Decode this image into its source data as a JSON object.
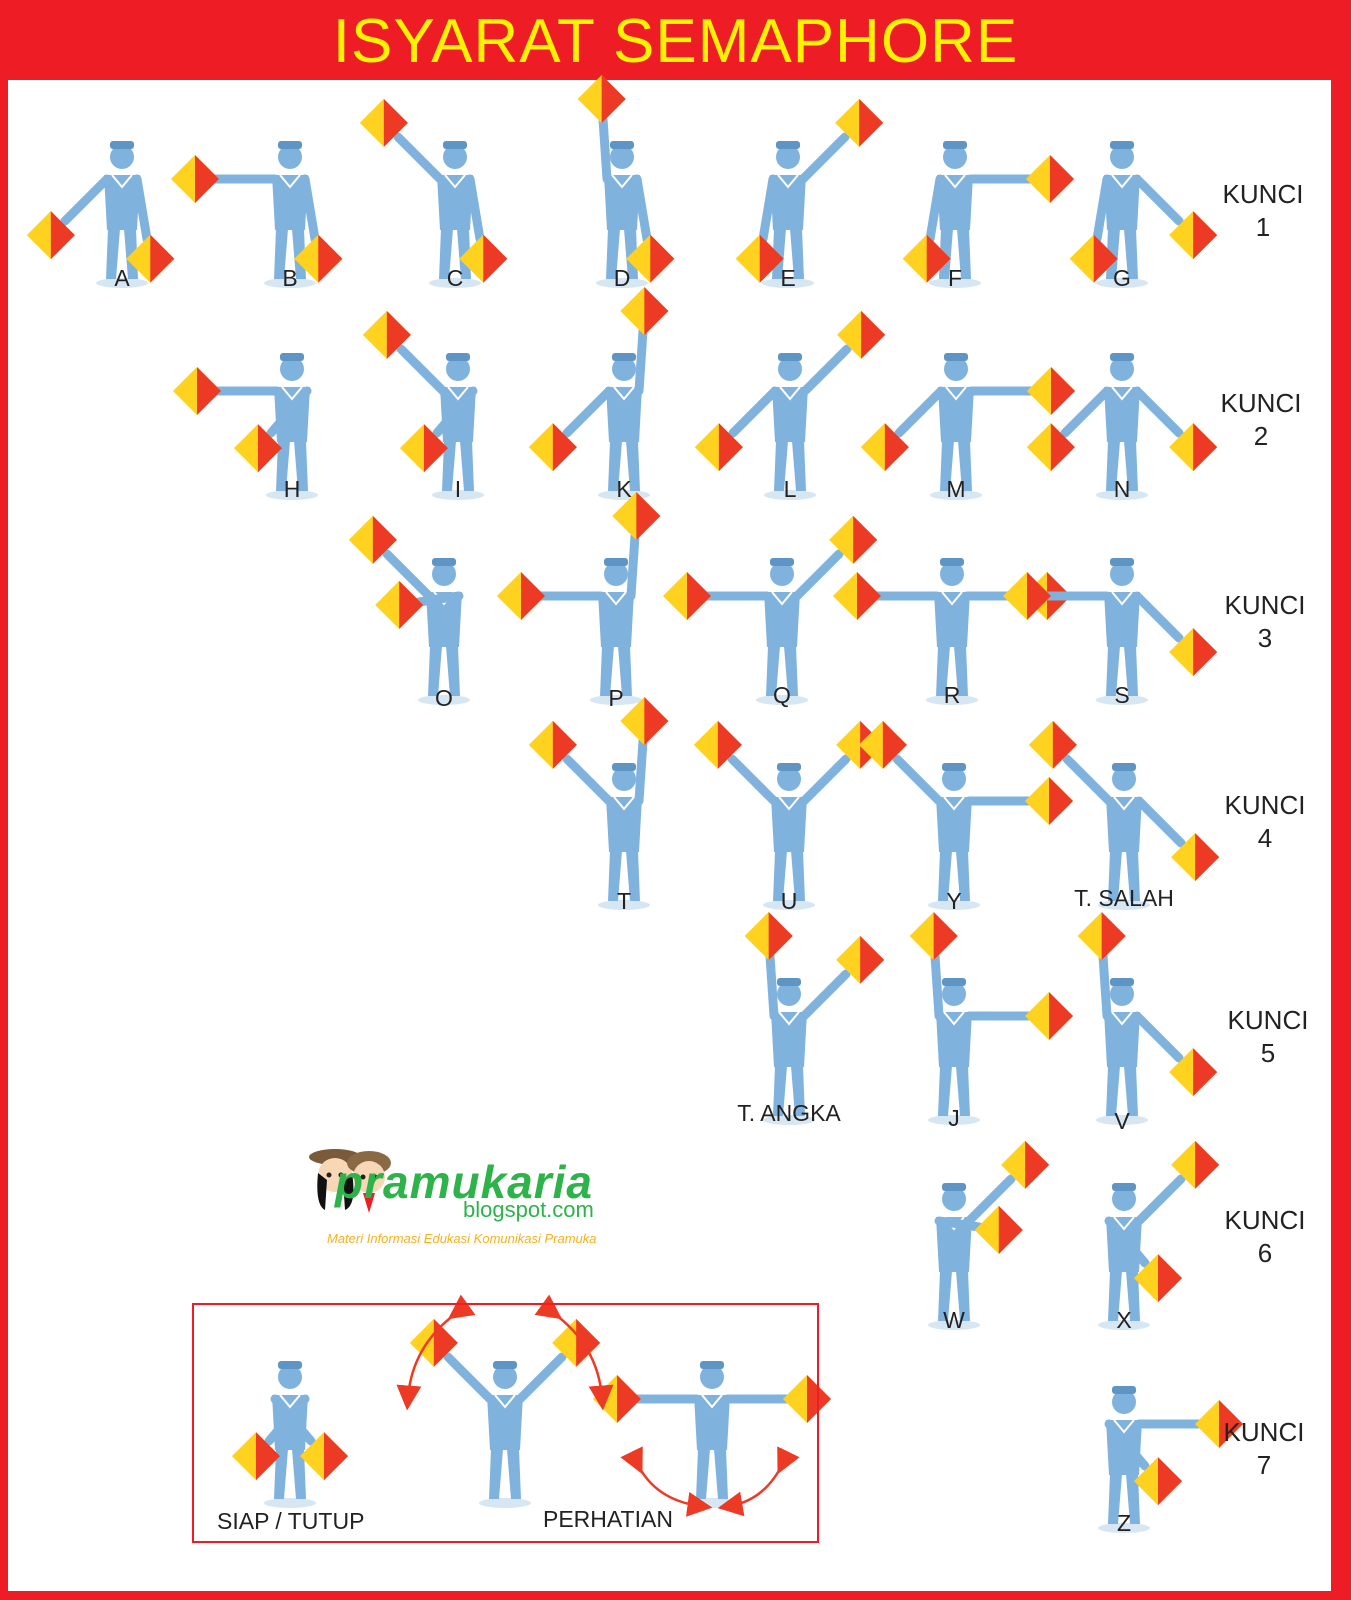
{
  "title": "ISYARAT SEMAPHORE",
  "colors": {
    "frame": "#ee1c24",
    "title_text": "#fff200",
    "figure": "#7fb3dd",
    "figure_dark": "#5e95c4",
    "flag_red": "#ec3a24",
    "flag_yellow": "#ffd21f",
    "logo_green": "#2db34a"
  },
  "keys": [
    {
      "id": "k1",
      "word": "KUNCI",
      "number": "1"
    },
    {
      "id": "k2",
      "word": "KUNCI",
      "number": "2"
    },
    {
      "id": "k3",
      "word": "KUNCI",
      "number": "3"
    },
    {
      "id": "k4",
      "word": "KUNCI",
      "number": "4"
    },
    {
      "id": "k5",
      "word": "KUNCI",
      "number": "5"
    },
    {
      "id": "k6",
      "word": "KUNCI",
      "number": "6"
    },
    {
      "id": "k7",
      "word": "KUNCI",
      "number": "7"
    }
  ],
  "signals": [
    {
      "label": "A",
      "left_arm": "low",
      "right_arm": "down"
    },
    {
      "label": "B",
      "left_arm": "side",
      "right_arm": "down"
    },
    {
      "label": "C",
      "left_arm": "high",
      "right_arm": "down"
    },
    {
      "label": "D",
      "left_arm": "up",
      "right_arm": "down"
    },
    {
      "label": "E",
      "left_arm": "down",
      "right_arm": "high"
    },
    {
      "label": "F",
      "left_arm": "down",
      "right_arm": "side"
    },
    {
      "label": "G",
      "left_arm": "down",
      "right_arm": "low"
    },
    {
      "label": "H",
      "left_arm": "side",
      "right_arm": "across_low"
    },
    {
      "label": "I",
      "left_arm": "high",
      "right_arm": "across_low"
    },
    {
      "label": "K",
      "left_arm": "low",
      "right_arm": "up"
    },
    {
      "label": "L",
      "left_arm": "low",
      "right_arm": "high"
    },
    {
      "label": "M",
      "left_arm": "low",
      "right_arm": "side"
    },
    {
      "label": "N",
      "left_arm": "low",
      "right_arm": "low"
    },
    {
      "label": "O",
      "left_arm": "high",
      "right_arm": "across_side"
    },
    {
      "label": "P",
      "left_arm": "side",
      "right_arm": "up"
    },
    {
      "label": "Q",
      "left_arm": "side",
      "right_arm": "high"
    },
    {
      "label": "R",
      "left_arm": "side",
      "right_arm": "side"
    },
    {
      "label": "S",
      "left_arm": "side",
      "right_arm": "low"
    },
    {
      "label": "T",
      "left_arm": "high",
      "right_arm": "up"
    },
    {
      "label": "U",
      "left_arm": "high",
      "right_arm": "high"
    },
    {
      "label": "Y",
      "left_arm": "high",
      "right_arm": "side"
    },
    {
      "label": "T. SALAH",
      "left_arm": "high",
      "right_arm": "low"
    },
    {
      "label": "T. ANGKA",
      "left_arm": "up",
      "right_arm": "high"
    },
    {
      "label": "J",
      "left_arm": "up",
      "right_arm": "side"
    },
    {
      "label": "V",
      "left_arm": "up",
      "right_arm": "low"
    },
    {
      "label": "W",
      "left_arm": "across_side",
      "right_arm": "high"
    },
    {
      "label": "X",
      "left_arm": "across_low",
      "right_arm": "high"
    },
    {
      "label": "Z",
      "left_arm": "across_low",
      "right_arm": "side"
    }
  ],
  "logo": {
    "name": "pramukaria",
    "domain": "blogspot.com",
    "tagline": "Materi Informasi Edukasi Komunikasi Pramuka"
  },
  "ready_section": {
    "siap_label": "SIAP / TUTUP",
    "perhatian_label": "PERHATIAN"
  }
}
